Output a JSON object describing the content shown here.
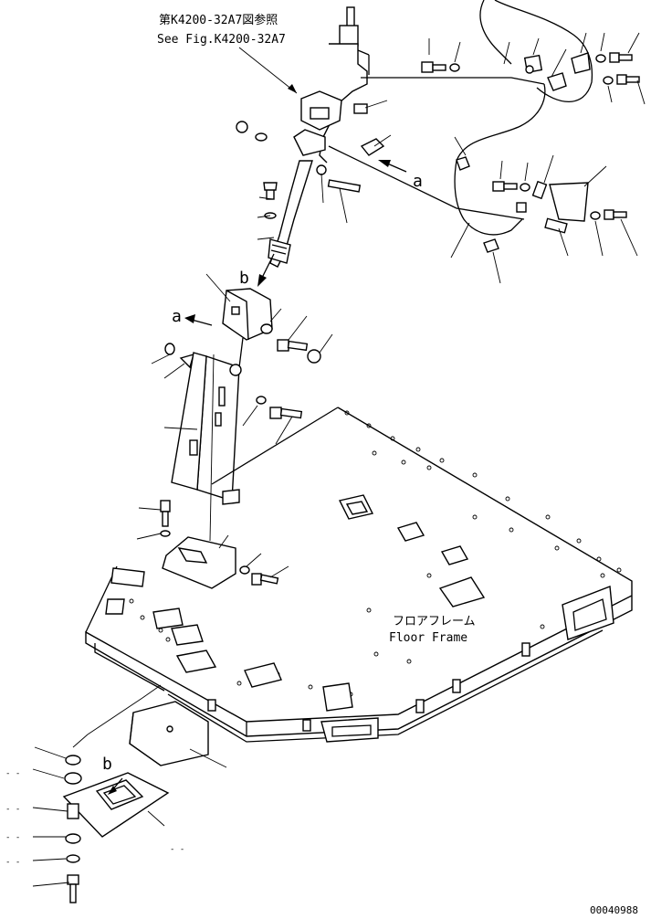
{
  "ref_note": {
    "line1": "第K4200-32A7図参照",
    "line2": "See Fig.K4200-32A7"
  },
  "view_markers": {
    "a_upper": "a",
    "a_lower": "a",
    "b_upper": "b",
    "b_lower": "b"
  },
  "floor_frame": {
    "label_jp": "フロアフレーム",
    "label_en": "Floor Frame"
  },
  "figure_id": "00040988",
  "blank_callouts": [
    "- -",
    "- -",
    "- -",
    "- -",
    "- -"
  ]
}
